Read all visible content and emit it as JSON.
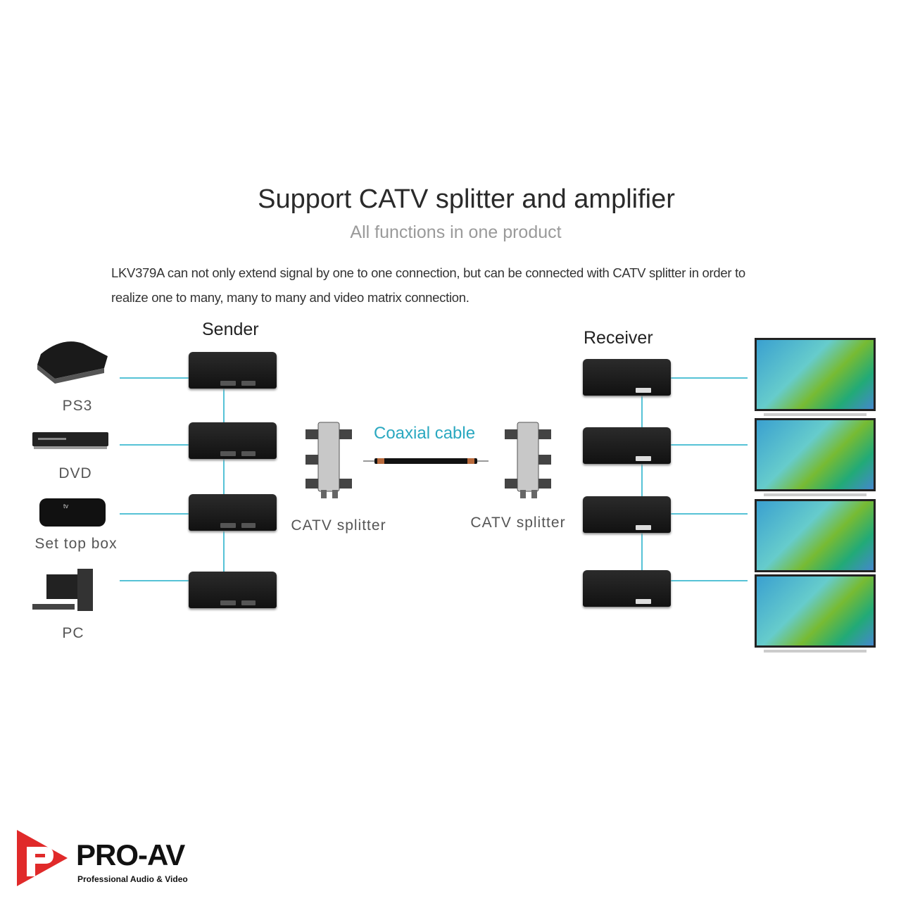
{
  "title": "Support CATV splitter and amplifier",
  "subtitle": "All functions in one product",
  "description": [
    "LKV379A can not only extend signal by one to one connection, but can be connected with CATV splitter in order to",
    "realize one to many, many to many and video matrix connection."
  ],
  "sender_label": "Sender",
  "receiver_label": "Receiver",
  "sources": [
    "PS3",
    "DVD",
    "Set top box",
    "PC"
  ],
  "coaxial_label": "Coaxial cable",
  "splitter_label": "CATV splitter",
  "accent_color": "#56c2d6",
  "logo": {
    "name": "PRO-AV",
    "tagline": "Professional Audio & Video"
  }
}
